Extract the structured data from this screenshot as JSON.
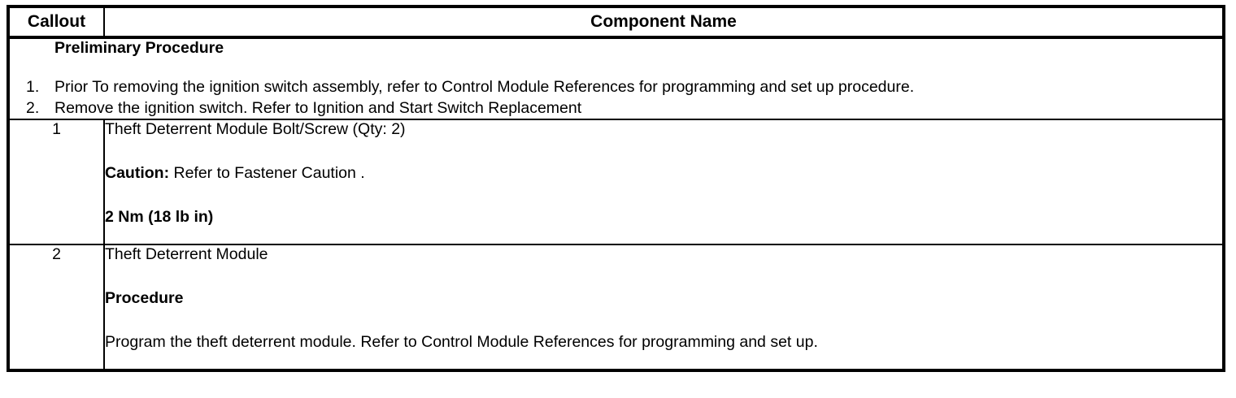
{
  "table": {
    "headers": {
      "callout": "Callout",
      "component_name": "Component Name"
    },
    "preliminary": {
      "title": "Preliminary Procedure",
      "steps": [
        {
          "number": "1.",
          "text": "Prior To removing the ignition switch assembly, refer to Control Module References for programming and set up procedure."
        },
        {
          "number": "2.",
          "text": "Remove the ignition switch. Refer to Ignition and Start Switch Replacement"
        }
      ]
    },
    "rows": [
      {
        "callout": "1",
        "lines": [
          {
            "text": "Theft Deterrent Module Bolt/Screw (Qty: 2)",
            "bold": false
          },
          {
            "label": "Caution:",
            "text": " Refer to Fastener Caution .",
            "bold": false
          },
          {
            "text": "2 Nm (18 lb in)",
            "bold": true
          }
        ]
      },
      {
        "callout": "2",
        "lines": [
          {
            "text": "Theft Deterrent Module",
            "bold": false
          },
          {
            "text": "Procedure",
            "bold": true
          },
          {
            "text": "Program the theft deterrent module. Refer to Control Module References for programming and set up.",
            "bold": false
          }
        ]
      }
    ]
  },
  "colors": {
    "border": "#000000",
    "text": "#000000",
    "background": "#ffffff"
  }
}
